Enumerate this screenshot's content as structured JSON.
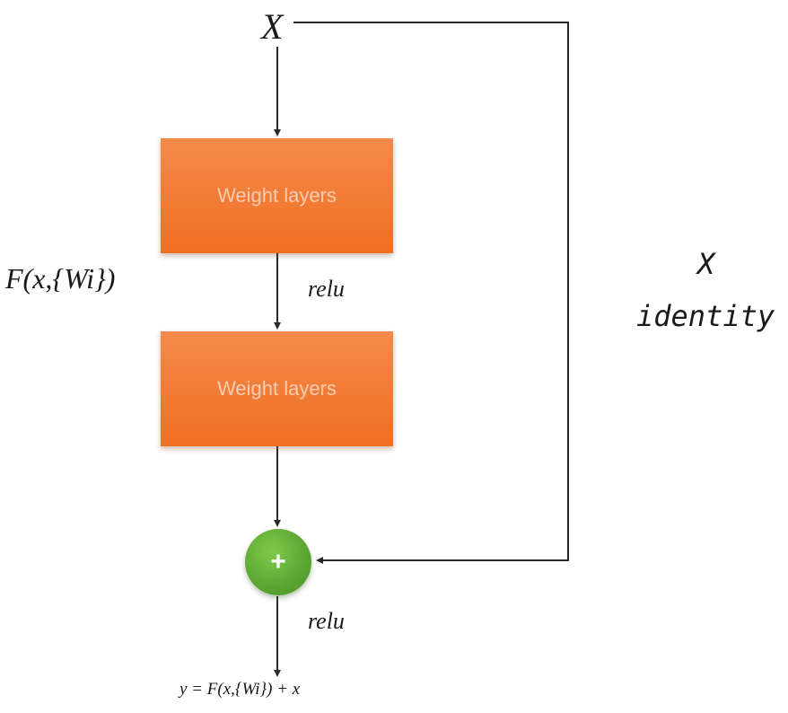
{
  "input_label": "X",
  "function_label": "F(x,{Wi})",
  "blocks": [
    {
      "label": "Weight layers"
    },
    {
      "label": "Weight layers"
    }
  ],
  "activation_1": "relu",
  "activation_2": "relu",
  "sum_symbol": "+",
  "shortcut": {
    "variable": "X",
    "type": "identity"
  },
  "output_equation": "y = F(x,{Wi}) + x",
  "colors": {
    "block_fill": "#ef6f23",
    "block_text": "#f7cdb3",
    "sum_fill": "#5aa632",
    "line": "#2a2a2a"
  }
}
